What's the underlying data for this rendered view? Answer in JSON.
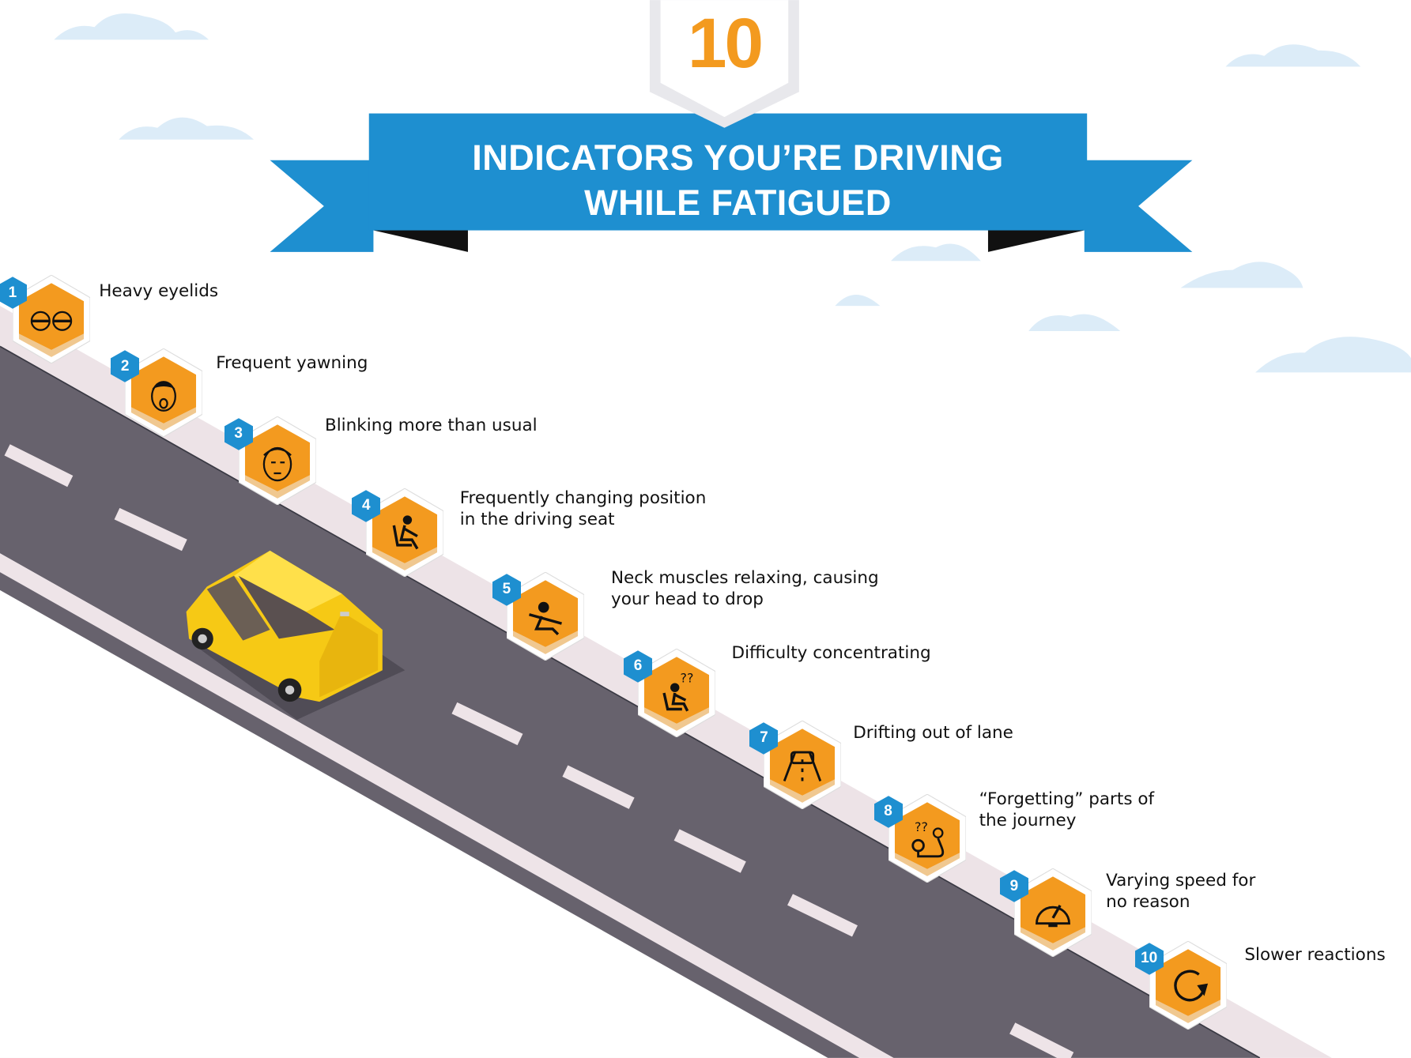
{
  "header": {
    "number": "10",
    "title_line1": "INDICATORS YOU’RE DRIVING",
    "title_line2": "WHILE FATIGUED"
  },
  "colors": {
    "orange": "#F39A1F",
    "blue": "#1E8FD0",
    "road": "#67626D",
    "cloud": "#DCECF8"
  },
  "indicators": [
    {
      "number": "1",
      "label": "Heavy eyelids",
      "icon": "heavy-eyes-icon"
    },
    {
      "number": "2",
      "label": "Frequent yawning",
      "icon": "yawning-face-icon"
    },
    {
      "number": "3",
      "label": "Blinking more than usual",
      "icon": "sleepy-face-icon"
    },
    {
      "number": "4",
      "label": "Frequently changing position\nin the driving seat",
      "icon": "seated-driver-icon"
    },
    {
      "number": "5",
      "label": "Neck muscles relaxing, causing\nyour head to drop",
      "icon": "head-drop-driver-icon"
    },
    {
      "number": "6",
      "label": "Difficulty concentrating",
      "icon": "confused-driver-icon"
    },
    {
      "number": "7",
      "label": "Drifting out of lane",
      "icon": "car-lane-icon"
    },
    {
      "number": "8",
      "label": "“Forgetting” parts of\nthe journey",
      "icon": "route-question-icon"
    },
    {
      "number": "9",
      "label": "Varying speed for\nno reason",
      "icon": "speedometer-icon"
    },
    {
      "number": "10",
      "label": "Slower reactions",
      "icon": "refresh-reaction-icon"
    }
  ]
}
